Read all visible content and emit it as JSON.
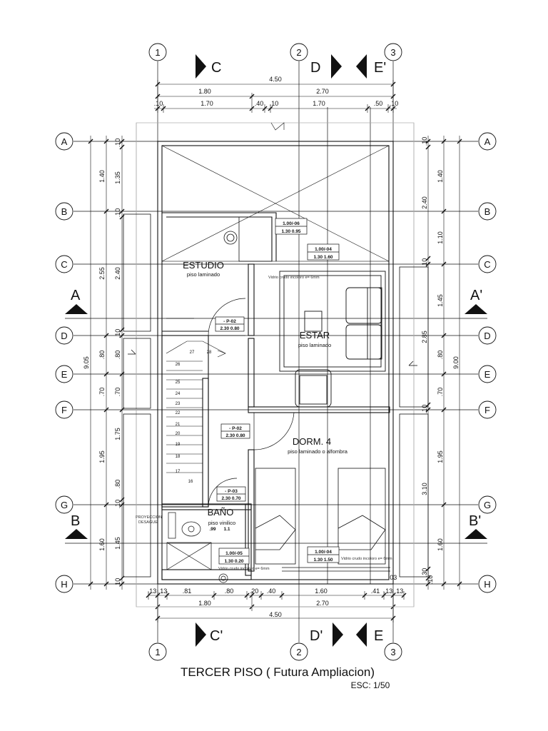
{
  "drawing": {
    "title": "TERCER PISO ( Futura Ampliacion)",
    "scale": "ESC: 1/50"
  },
  "grid_columns": [
    "1",
    "2",
    "3"
  ],
  "grid_rows": [
    "A",
    "B",
    "C",
    "D",
    "E",
    "F",
    "G",
    "H"
  ],
  "sections": {
    "C": "C",
    "D": "D",
    "E_top": "E'",
    "C_bottom": "C'",
    "D_bottom": "D'",
    "E_bottom": "E",
    "A_left": "A",
    "A_right": "A'",
    "B_left": "B",
    "B_right": "B'"
  },
  "rooms": {
    "estudio": {
      "name": "ESTUDIO",
      "floor": "piso laminado"
    },
    "estar": {
      "name": "ESTAR",
      "floor": "piso laminado"
    },
    "dorm4": {
      "name": "DORM. 4",
      "floor": "piso laminado o alfombra"
    },
    "bano": {
      "name": "BAÑO",
      "floor": "piso vinilico"
    }
  },
  "dims_top": {
    "total": "4.50",
    "left": "1.80",
    "right": "2.70",
    "d1": ".10",
    "d2": "1.70",
    "d3": ".40",
    "d4": ".10",
    "d5": "1.70",
    "d6": ".50",
    "d7": ".10"
  },
  "dims_bottom": {
    "total": "4.50",
    "left": "1.80",
    "right": "2.70",
    "d1": ".13",
    "d2": ".13",
    "d3": ".81",
    "d4": ".80",
    "d5": ".20",
    "d6": ".40",
    "d7": "1.60",
    "d8": ".41",
    "d9": ".13",
    "d10": ".13"
  },
  "dims_left": {
    "total": "9.05",
    "a": "1.40",
    "b": "2.55",
    "c": ".80",
    "d": ".70",
    "e": "1.95",
    "f": "1.60",
    "i1": ".10",
    "i2": "1.35",
    "i3": ".10",
    "i4": "2.40",
    "i5": ".10",
    "i6": ".80",
    "i7": ".70",
    "i8": "1.75",
    "i9": ".80",
    "i10": ".10",
    "i11": "1.45",
    "i12": ".10"
  },
  "dims_right": {
    "total": "9.00",
    "a": "1.40",
    "b": "1.10",
    "c": "1.45",
    "d": ".80",
    "e": ".70",
    "f": "1.95",
    "g": "1.60",
    "i1": ".10",
    "i2": "2.40",
    "i3": ".10",
    "i4": "2.85",
    "i5": ".10",
    "i6": "3.10",
    "i7": ".30",
    "i8": ".10",
    "i9": ".03"
  },
  "openings": {
    "w1a": "1.00/-06",
    "w1b": "1.30 0.95",
    "w2a": "1.00/-04",
    "w2b": "1.30 1.60",
    "p1a": "- P-02",
    "p1b": "2.30 0.80",
    "p2a": "- P-02",
    "p2b": "2.30 0.80",
    "p3a": "- P-03",
    "p3b": "2.30 0.70",
    "w3a": "1.00/-05",
    "w3b": "1.30 0.20",
    "w4a": "1.00/-04",
    "w4b": "1.30 1.50",
    "w5a": ".99",
    "w5b": "1.1"
  },
  "notes": {
    "vidrio1": "Vidrio crudo incoloro e= 6mm",
    "vidrio2": "Vidrio crudo incoloro e= 6mm",
    "vidrio3": "Vidrio crudo incoloro e= 6mm",
    "proy1": "PROYECCION",
    "proy2": "DESAGUE"
  },
  "stairs": [
    "16",
    "17",
    "18",
    "19",
    "20",
    "21",
    "22",
    "23",
    "24",
    "25",
    "26",
    "27",
    "28"
  ]
}
